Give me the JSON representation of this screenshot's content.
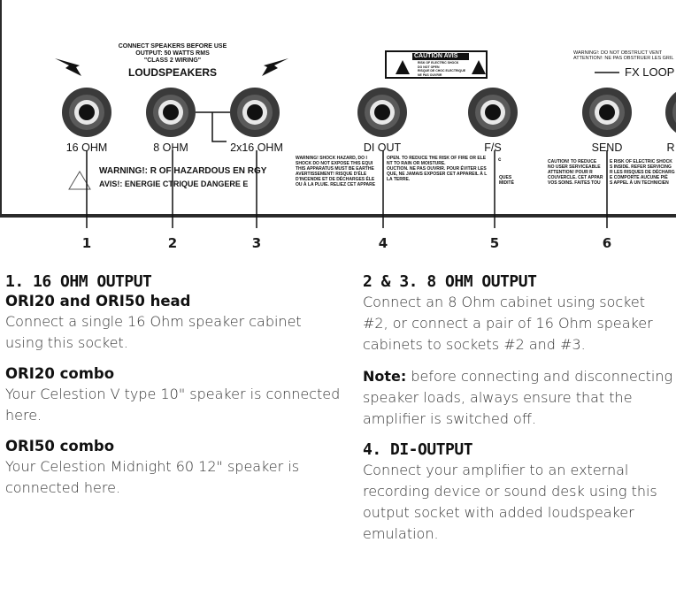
{
  "panel": {
    "header_lines": [
      "CONNECT SPEAKERS BEFORE USE",
      "OUTPUT: 50 WATTS RMS",
      "\"CLASS 2 WIRING\""
    ],
    "header_title": "LOUDSPEAKERS",
    "sockets": [
      {
        "label": "16 OHM"
      },
      {
        "label": "8 OHM"
      },
      {
        "label": "2x16 OHM"
      },
      {
        "label": "DI OUT"
      },
      {
        "label": "F/S"
      },
      {
        "label": "SEND"
      },
      {
        "label": "R"
      }
    ],
    "warning_main": "WARNING!: R   OF HAZARDOUS EN   RGY",
    "avis_main": "AVIS!: ENERGIE   CTRIQUE DANGERE   E",
    "caution_label": "CAUTION AVIS",
    "caution_sub": [
      "RISK OF ELECTRIC SHOCK",
      "DO NOT OPEN",
      "RISQUE DE CHOC ELECTRIQUE",
      "NE PAS OUVRIR"
    ],
    "warning_di": [
      "WARNING! SHOCK HAZARD, DO I",
      "SHOCK DO NOT EXPOSE THIS EQUI",
      "THIS APPARATUS MUST BE EARTHE",
      "AVERTISSEMENT! RISQUE D'ÉLE",
      "D'INCENDIE ET DE DÉCHARGES ÉLE",
      "OU À LA PLUIE. RELIEZ CET APPARE"
    ],
    "warning_fs": [
      "OPEN. TO REDUCE THE RISK OF FIRE OR ELE",
      "NT TO RAIN OR MOISTURE.",
      "",
      "OUCTION. NE PAS OUVRIR. POUR ÉVITER LES",
      "QUE, NE JAMAIS EXPOSER CET APPAREIL À L",
      "LA TERRE."
    ],
    "warning_fx_top": [
      "WARNING!: DO NOT OBSTRUCT VENT",
      "ATTENTION!: NE PAS OBSTRUER LES GRIL"
    ],
    "fx_loop": "FX LOOP",
    "caution_fx": [
      "CAUTION! TO REDUCE",
      "NO USER SERVICEABLE",
      "ATTENTION! POUR R",
      "COUVERCLE. CET APPAR",
      "VOS SOINS. FAITES TOU"
    ],
    "caution_fx2": [
      "E RISK OF ELECTRIC SHOCK",
      "S INSIDE. REFER SERVICING",
      "R LES RISQUES DE DÉCHARG",
      "E COMPORTE AUCUNE PIÈ",
      "S APPEL À UN TECHNICIEN"
    ],
    "extra_c": "c",
    "extra_ques": [
      "QUES",
      "MIDITÉ"
    ]
  },
  "callouts": [
    "1",
    "2",
    "3",
    "4",
    "5",
    "6"
  ],
  "left": {
    "h1": "1. 16 OHM OUTPUT",
    "s1_title": "ORI20 and ORI50 head",
    "s1_text": "Connect a single 16 Ohm speaker cabinet using this socket.",
    "s2_title": "ORI20 combo",
    "s2_text": "Your Celestion V type 10\" speaker is connected here.",
    "s3_title": "ORI50 combo",
    "s3_text": "Your Celestion Midnight 60 12\" speaker is connected here."
  },
  "right": {
    "h1": "2 & 3. 8 OHM OUTPUT",
    "p1": "Connect an 8 Ohm cabinet using socket #2, or connect a pair of 16 Ohm speaker cabinets to sockets #2 and #3.",
    "note_label": "Note:",
    "note_text": " before connecting and disconnecting speaker loads, always ensure that the amplifier is switched off.",
    "h2": "4. DI-OUTPUT",
    "p2": "Connect your amplifier to an external recording device or sound desk using this output socket with added loudspeaker emulation."
  },
  "colors": {
    "panel_frame": "#2a2a2a",
    "socket_outer": "#3a3a3a",
    "text": "#333333"
  }
}
